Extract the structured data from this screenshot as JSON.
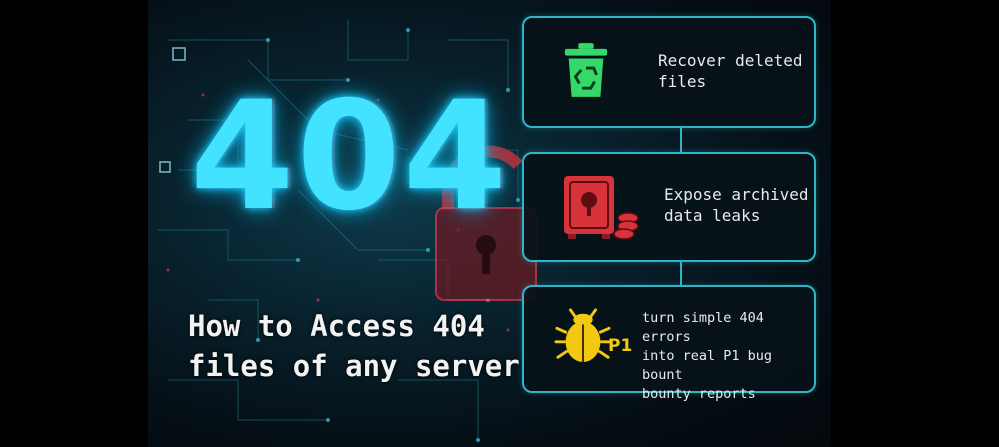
{
  "hero": {
    "code": "404",
    "headline_line1": "How to Access 404",
    "headline_line2": "files of any server"
  },
  "cards": [
    {
      "icon": "recycle-bin-icon",
      "line1": "Recover deleted",
      "line2": "files"
    },
    {
      "icon": "vault-icon",
      "line1": "Expose archived",
      "line2": "data leaks"
    },
    {
      "icon": "bug-icon",
      "badge": "P1",
      "line1": "turn simple 404 errors",
      "line2": "into real P1 bug bount",
      "line3": "bounty reports"
    }
  ],
  "colors": {
    "cyan": "#43e3ff",
    "border": "#2fb5c7",
    "green": "#35d96a",
    "red": "#d8323a",
    "yellow": "#f2c811"
  }
}
